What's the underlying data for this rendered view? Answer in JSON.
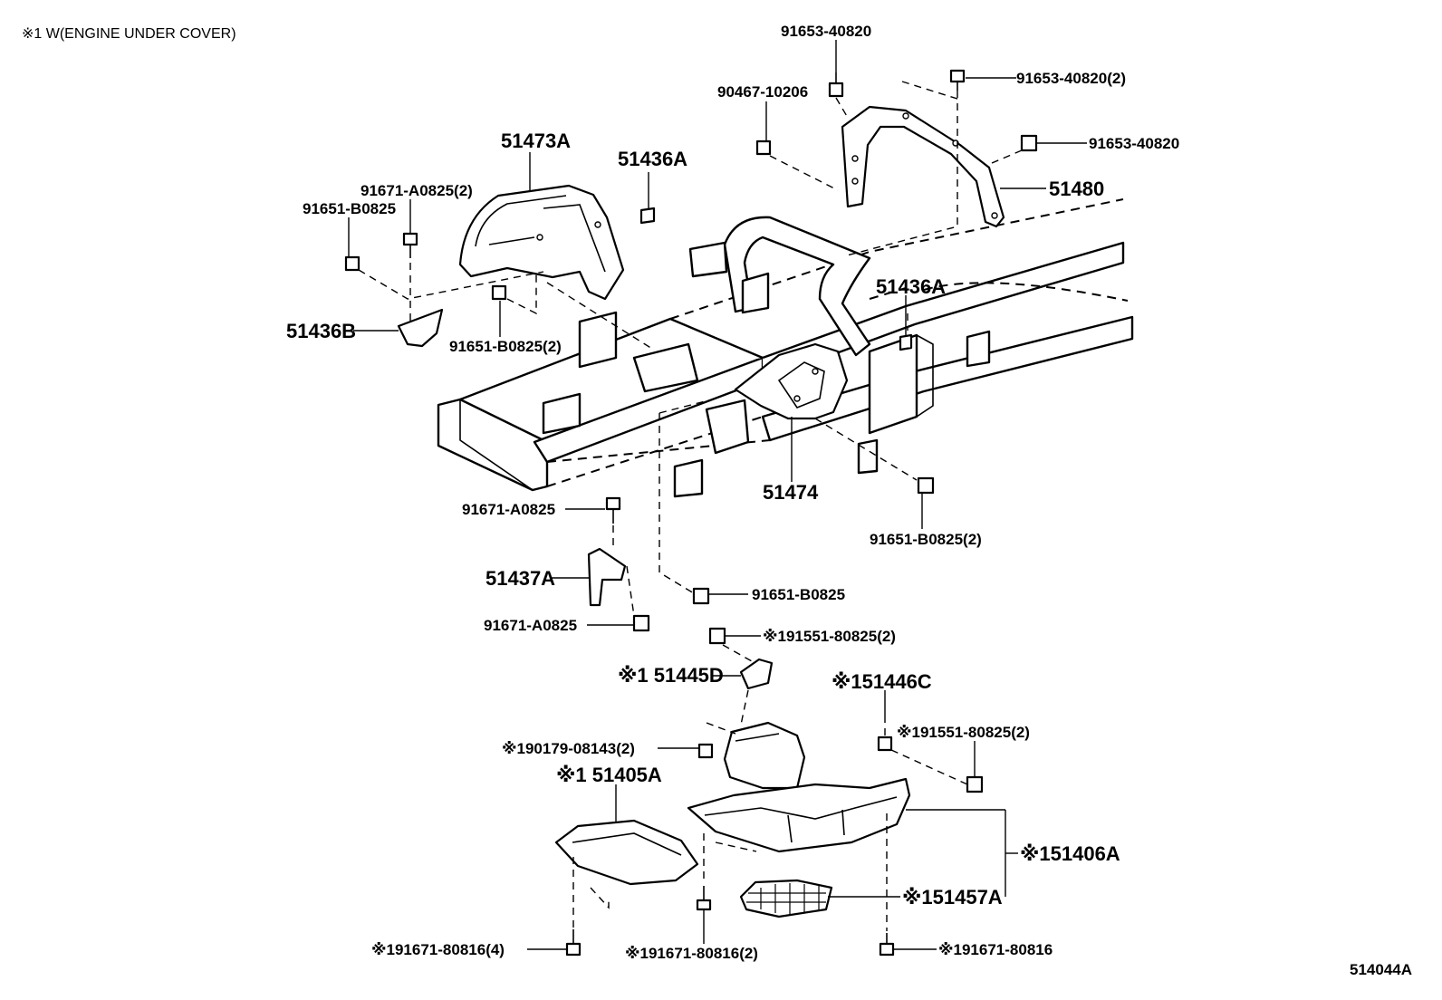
{
  "header": "※1 W(ENGINE UNDER COVER)",
  "diagram_id": "514044A",
  "labels": {
    "p1": "91653-40820",
    "p2": "91653-40820(2)",
    "p3": "90467-10206",
    "p4": "91653-40820",
    "p5": "51480",
    "p6": "51473A",
    "p7": "51436A",
    "p8": "91671-A0825(2)",
    "p9": "91651-B0825",
    "p10": "51436B",
    "p11": "91651-B0825(2)",
    "p12": "51436A",
    "p13": "51474",
    "p14": "91651-B0825(2)",
    "p15": "91671-A0825",
    "p16": "51437A",
    "p17": "91651-B0825",
    "p18": "91671-A0825",
    "p19": "※191551-80825(2)",
    "p20": "※1 51445D",
    "p21": "※151446C",
    "p22": "※191551-80825(2)",
    "p23": "※190179-08143(2)",
    "p24": "※1 51405A",
    "p25": "※151406A",
    "p26": "※151457A",
    "p27": "※191671-80816(4)",
    "p28": "※191671-80816(2)",
    "p29": "※191671-80816"
  }
}
